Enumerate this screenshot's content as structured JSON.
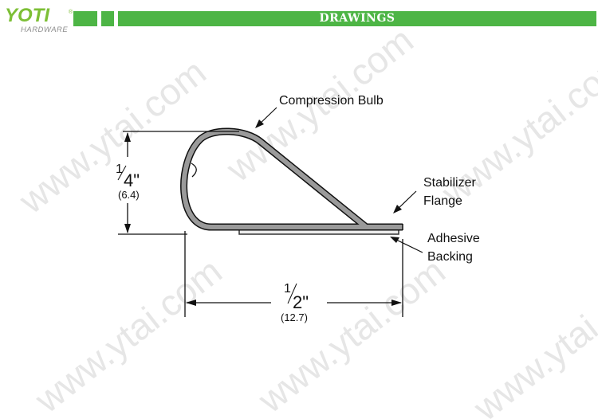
{
  "header": {
    "logo_text": "YOTI",
    "logo_reg": "®",
    "logo_sub": "HARDWARE",
    "title": "DRAWINGS",
    "accent_color": "#4db545"
  },
  "watermark": "www.ytai.com",
  "callouts": {
    "compression_bulb": "Compression Bulb",
    "stabilizer_line1": "Stabilizer",
    "stabilizer_line2": "Flange",
    "adhesive_line1": "Adhesive",
    "adhesive_line2": "Backing"
  },
  "dimensions": {
    "height": {
      "numerator": "1",
      "denominator": "4\"",
      "metric": "(6.4)"
    },
    "width": {
      "numerator": "1",
      "denominator": "2\"",
      "metric": "(12.7)"
    }
  }
}
